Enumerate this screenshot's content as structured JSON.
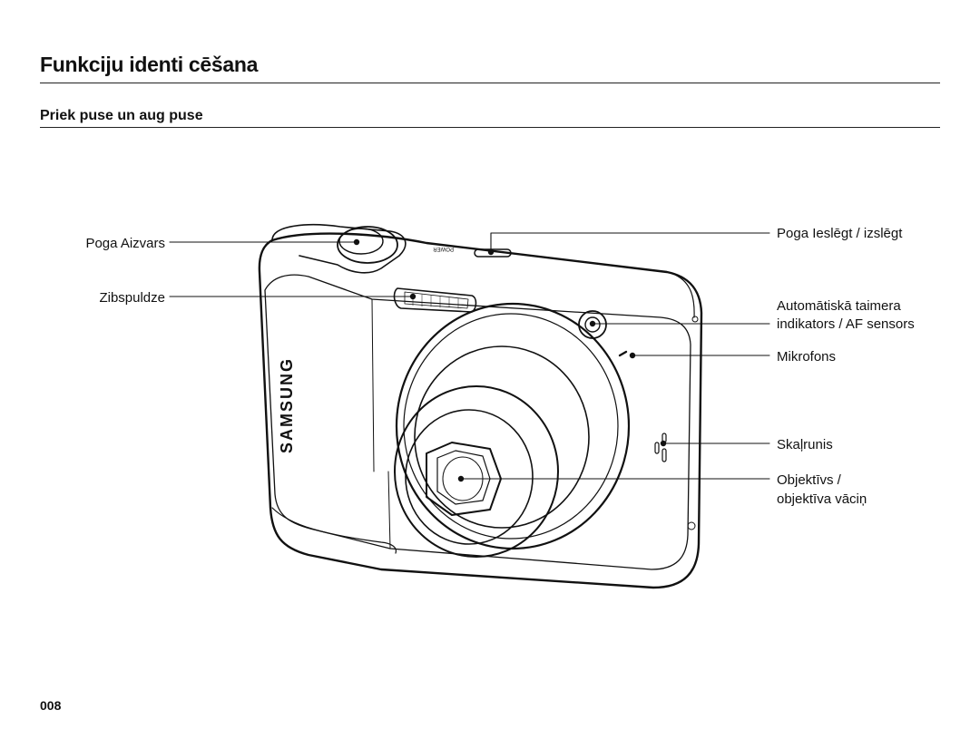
{
  "page": {
    "title": "Funkciju identi cēšana",
    "subtitle": "Priek puse un aug puse",
    "page_number": "008"
  },
  "camera": {
    "brand": "SAMSUNG",
    "top_marking": "POWER"
  },
  "callouts": {
    "shutter": "Poga Aizvars",
    "flash": "Zibspuldze",
    "power": "Poga Ieslēgt / izslēgt",
    "af_line1": "Automātiskā taimera",
    "af_line2": "indikators / AF sensors",
    "microphone": "Mikrofons",
    "speaker": "Skaļrunis",
    "lens_line1": "Objektīvs /",
    "lens_line2": "objektīva vāciņ"
  }
}
